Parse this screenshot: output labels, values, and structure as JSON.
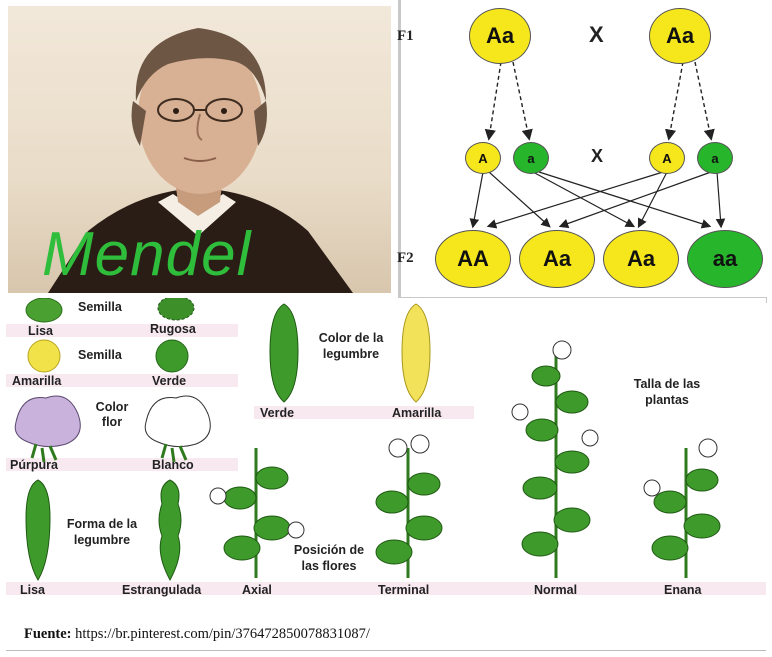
{
  "portrait": {
    "title": "Mendel"
  },
  "cross": {
    "label_f1": "F1",
    "label_f2": "F2",
    "parent_left": "Aa",
    "parent_right": "Aa",
    "cross_symbol": "X",
    "gametes": [
      "A",
      "a",
      "A",
      "a"
    ],
    "offspring": [
      "AA",
      "Aa",
      "Aa",
      "aa"
    ]
  },
  "traits": {
    "seed_shape_title": "Semilla",
    "seed_smooth": "Lisa",
    "seed_wrinkled": "Rugosa",
    "seed_color_title": "Semilla",
    "seed_yellow": "Amarilla",
    "seed_green": "Verde",
    "flower_color_title": "Color flor",
    "flower_purple": "Púrpura",
    "flower_white": "Blanco",
    "pod_shape_title": "Forma de la legumbre",
    "pod_smooth": "Lisa",
    "pod_constricted": "Estrangulada",
    "pod_color_title": "Color de la legumbre",
    "pod_green": "Verde",
    "pod_yellow": "Amarilla",
    "flower_position_title": "Posición de las flores",
    "pos_axial": "Axial",
    "pos_terminal": "Terminal",
    "height_title": "Talla de las plantas",
    "height_normal": "Normal",
    "height_dwarf": "Enana"
  },
  "footer": {
    "label": "Fuente:",
    "url": "https://br.pinterest.com/pin/376472850078831087/"
  },
  "colors": {
    "dominant": "#f6e61c",
    "recessive": "#27b52c",
    "title_green": "#2fbe3b"
  }
}
